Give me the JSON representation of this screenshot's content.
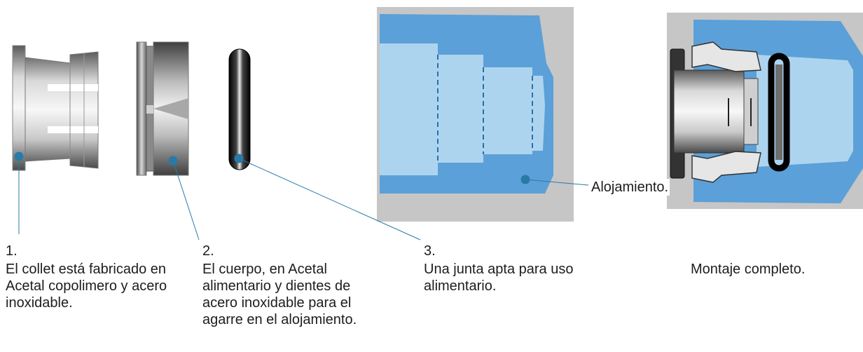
{
  "parts": [
    {
      "number": "1.",
      "description": "El collet está fabricado en Acetal copolimero y acero inoxidable."
    },
    {
      "number": "2.",
      "description": "El cuerpo, en Acetal alimentario y dientes de acero inoxidable para el agarre en el alojamiento."
    },
    {
      "number": "3.",
      "description": "Una junta apta para uso alimentario."
    }
  ],
  "housing_label": "Alojamiento.",
  "assembly_label": "Montaje completo.",
  "colors": {
    "housing_blue": "#5ba0d8",
    "bore_light_blue": "#add4ef",
    "background_grey": "#c6c6c6",
    "callout_line": "#2a7aa8",
    "oring_black": "#111111"
  }
}
